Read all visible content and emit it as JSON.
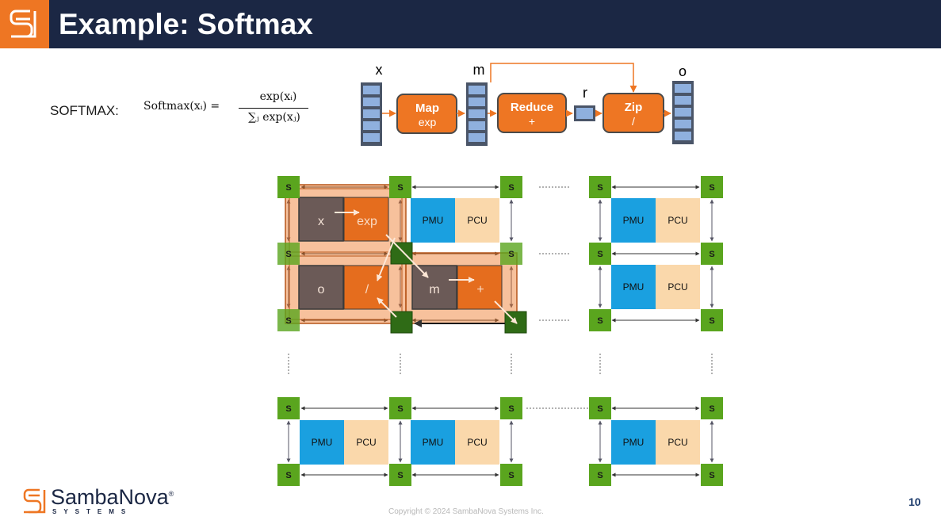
{
  "header": {
    "title": "Example: Softmax"
  },
  "brand": {
    "name": "SambaNova",
    "registered": "®",
    "sub": "SYSTEMS"
  },
  "softmax": {
    "label": "SOFTMAX:",
    "lhs": "Softmax(xᵢ) =",
    "numerator": "exp(xᵢ)",
    "denominator": "∑ⱼ exp(xⱼ)"
  },
  "pipeline": {
    "x_label": "x",
    "m_label": "m",
    "r_label": "r",
    "o_label": "o",
    "map": {
      "title": "Map",
      "op": "exp"
    },
    "reduce": {
      "title": "Reduce",
      "op": "+"
    },
    "zip": {
      "title": "Zip",
      "op": "/"
    }
  },
  "grid": {
    "switch_label": "S",
    "pmu_label": "PMU",
    "pcu_label": "PCU",
    "mapped": {
      "x": "x",
      "exp": "exp",
      "o": "o",
      "div": "/",
      "m": "m",
      "plus": "+"
    }
  },
  "colors": {
    "header": "#1b2744",
    "orange": "#ee7623",
    "switch": "#5aa51e",
    "pmu": "#1aa0e0",
    "pcu": "#fad8ab",
    "vector": "#8fb0de"
  },
  "footer": {
    "copyright": "Copyright © 2024 SambaNova Systems Inc.",
    "page": "10"
  }
}
